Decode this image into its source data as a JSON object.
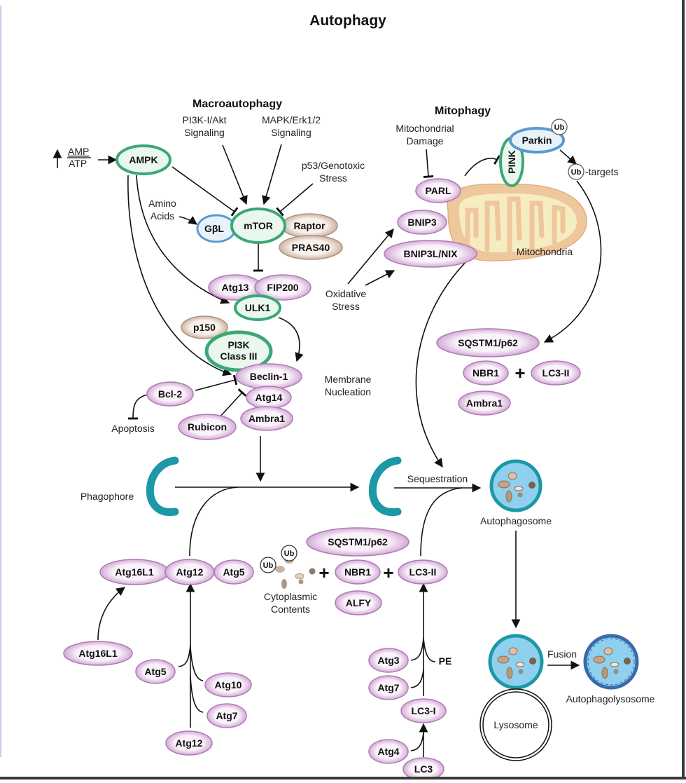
{
  "title": "Autophagy",
  "sections": {
    "macroautophagy": "Macroautophagy",
    "mitophagy": "Mitophagy"
  },
  "colors": {
    "green_ring": "#3aa876",
    "green_fill": "#e8f6ee",
    "purple_ring": "#b07ab8",
    "purple_fill": "#f6e8f6",
    "tan_ring": "#b0927e",
    "tan_fill": "#f4ece6",
    "blue_ring": "#5a9ad0",
    "blue_fill": "#e6f1fa",
    "teal": "#1c98a6",
    "vesicle_fill": "#8fd0ee",
    "mito_outer": "#efc79d",
    "mito_inner": "#f6ecc2",
    "lysosome_fill": "#ffffff"
  },
  "labels": {
    "amp": "AMP",
    "atp": "ATP",
    "pi3k_akt": [
      "PI3K-I/Akt",
      "Signaling"
    ],
    "mapk": [
      "MAPK/Erk1/2",
      "Signaling"
    ],
    "p53": [
      "p53/Genotoxic",
      "Stress"
    ],
    "amino": [
      "Amino",
      "Acids"
    ],
    "mito_damage": [
      "Mitochondrial",
      "Damage"
    ],
    "ub_targets": "-targets",
    "mitochondria": "Mitochondria",
    "oxidative": [
      "Oxidative",
      "Stress"
    ],
    "membrane_nucleation": [
      "Membrane",
      "Nucleation"
    ],
    "apoptosis": "Apoptosis",
    "phagophore": "Phagophore",
    "sequestration": "Sequestration",
    "autophagosome": "Autophagosome",
    "cytoplasmic": [
      "Cytoplasmic",
      "Contents"
    ],
    "pe": "PE",
    "fusion": "Fusion",
    "autophagolysosome": "Autophagolysosome",
    "lysosome": "Lysosome",
    "ub": "Ub"
  },
  "nodes": {
    "ampk": "AMPK",
    "gbl": "GβL",
    "mtor": "mTOR",
    "raptor": "Raptor",
    "pras40": "PRAS40",
    "atg13": "Atg13",
    "fip200": "FIP200",
    "ulk1": "ULK1",
    "p150": "p150",
    "pi3k_class3": [
      "PI3K",
      "Class III"
    ],
    "beclin1": "Beclin-1",
    "bcl2": "Bcl-2",
    "atg14": "Atg14",
    "rubicon": "Rubicon",
    "ambra1": "Ambra1",
    "parl": "PARL",
    "bnip3": "BNIP3",
    "bnip3l": "BNIP3L/NIX",
    "pink": "PINK",
    "parkin": "Parkin",
    "sqstm1_mito": "SQSTM1/p62",
    "nbr1_mito": "NBR1",
    "lc3ii_mito": "LC3-II",
    "ambra1_mito": "Ambra1",
    "atg16l1_complex": "Atg16L1",
    "atg12_complex": "Atg12",
    "atg5_complex": "Atg5",
    "sqstm1_cargo": "SQSTM1/p62",
    "nbr1_cargo": "NBR1",
    "alfy": "ALFY",
    "lc3ii_cargo": "LC3-II",
    "atg16l1": "Atg16L1",
    "atg5": "Atg5",
    "atg10": "Atg10",
    "atg7_left": "Atg7",
    "atg12": "Atg12",
    "atg3": "Atg3",
    "atg7_right": "Atg7",
    "lc3i": "LC3-I",
    "atg4": "Atg4",
    "lc3": "LC3"
  },
  "plus": "+"
}
